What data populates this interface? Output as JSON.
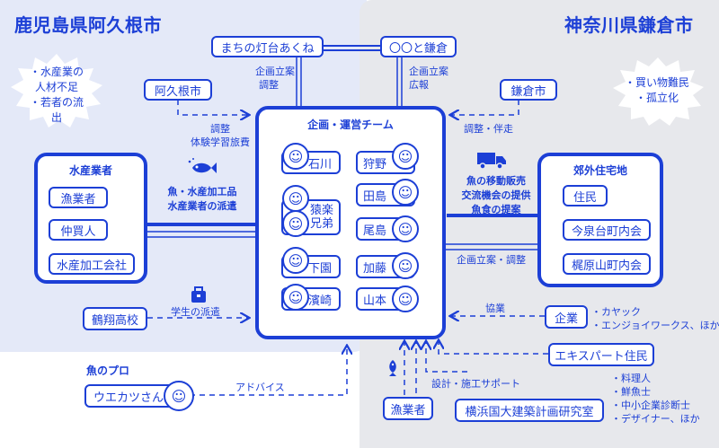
{
  "regions": {
    "left_title": "鹿児島県阿久根市",
    "right_title": "神奈川県鎌倉市"
  },
  "left_issues": [
    "・水産業の",
    "人材不足",
    "・若者の流出"
  ],
  "right_issues": [
    "・買い物難民",
    "・孤立化"
  ],
  "top_boxes": {
    "akune_bar": "まちの灯台あくね",
    "kamakura_org": "〇〇と鎌倉"
  },
  "cities": {
    "akune": "阿久根市",
    "kamakura": "鎌倉市"
  },
  "labels": {
    "plan_adjust": [
      "企画立案",
      "調整"
    ],
    "plan_pr": [
      "企画立案",
      "広報"
    ],
    "adjust_tour": [
      "調整",
      "体験学習旅費"
    ],
    "adjust_accompany": "調整・伴走",
    "fish_dispatch": [
      "魚・水産加工品",
      "水産業者の派遣"
    ],
    "mobile_sales": [
      "魚の移動販売",
      "交流機会の提供",
      "魚食の提案"
    ],
    "plan_adjust_right": "企画立案・調整",
    "student_dispatch": "学生の派遣",
    "advice": "アドバイス",
    "cooperation": "協業",
    "design_support": "設計・施工サポート",
    "fish_pro": "魚のプロ"
  },
  "team": {
    "title": "企画・運営チーム",
    "members": [
      "石川",
      "狩野",
      "猿楽\n兄弟",
      "田島",
      "尾島",
      "下園",
      "加藤",
      "濱崎",
      "山本"
    ]
  },
  "fisheries": {
    "title": "水産業者",
    "items": [
      "漁業者",
      "仲買人",
      "水産加工会社"
    ]
  },
  "suburb": {
    "title": "郊外住宅地",
    "items": [
      "住民",
      "今泉台町内会",
      "梶原山町内会"
    ]
  },
  "bottom_left": {
    "school": "鶴翔高校",
    "uekatsu": "ウエカツさん"
  },
  "bottom_right": {
    "company": "企業",
    "company_note": [
      "・カヤック",
      "・エンジョイワークス、ほか"
    ],
    "expert": "エキスパート住民",
    "expert_note": [
      "・料理人",
      "・鮮魚士",
      "・中小企業診断士",
      "・デザイナー、ほか"
    ],
    "fisher": "漁業者",
    "lab": "横浜国大建築計画研究室"
  },
  "colors": {
    "accent": "#1c3fd6",
    "left_bg": "#e4e9f8",
    "right_bg": "#e7e8ec"
  }
}
